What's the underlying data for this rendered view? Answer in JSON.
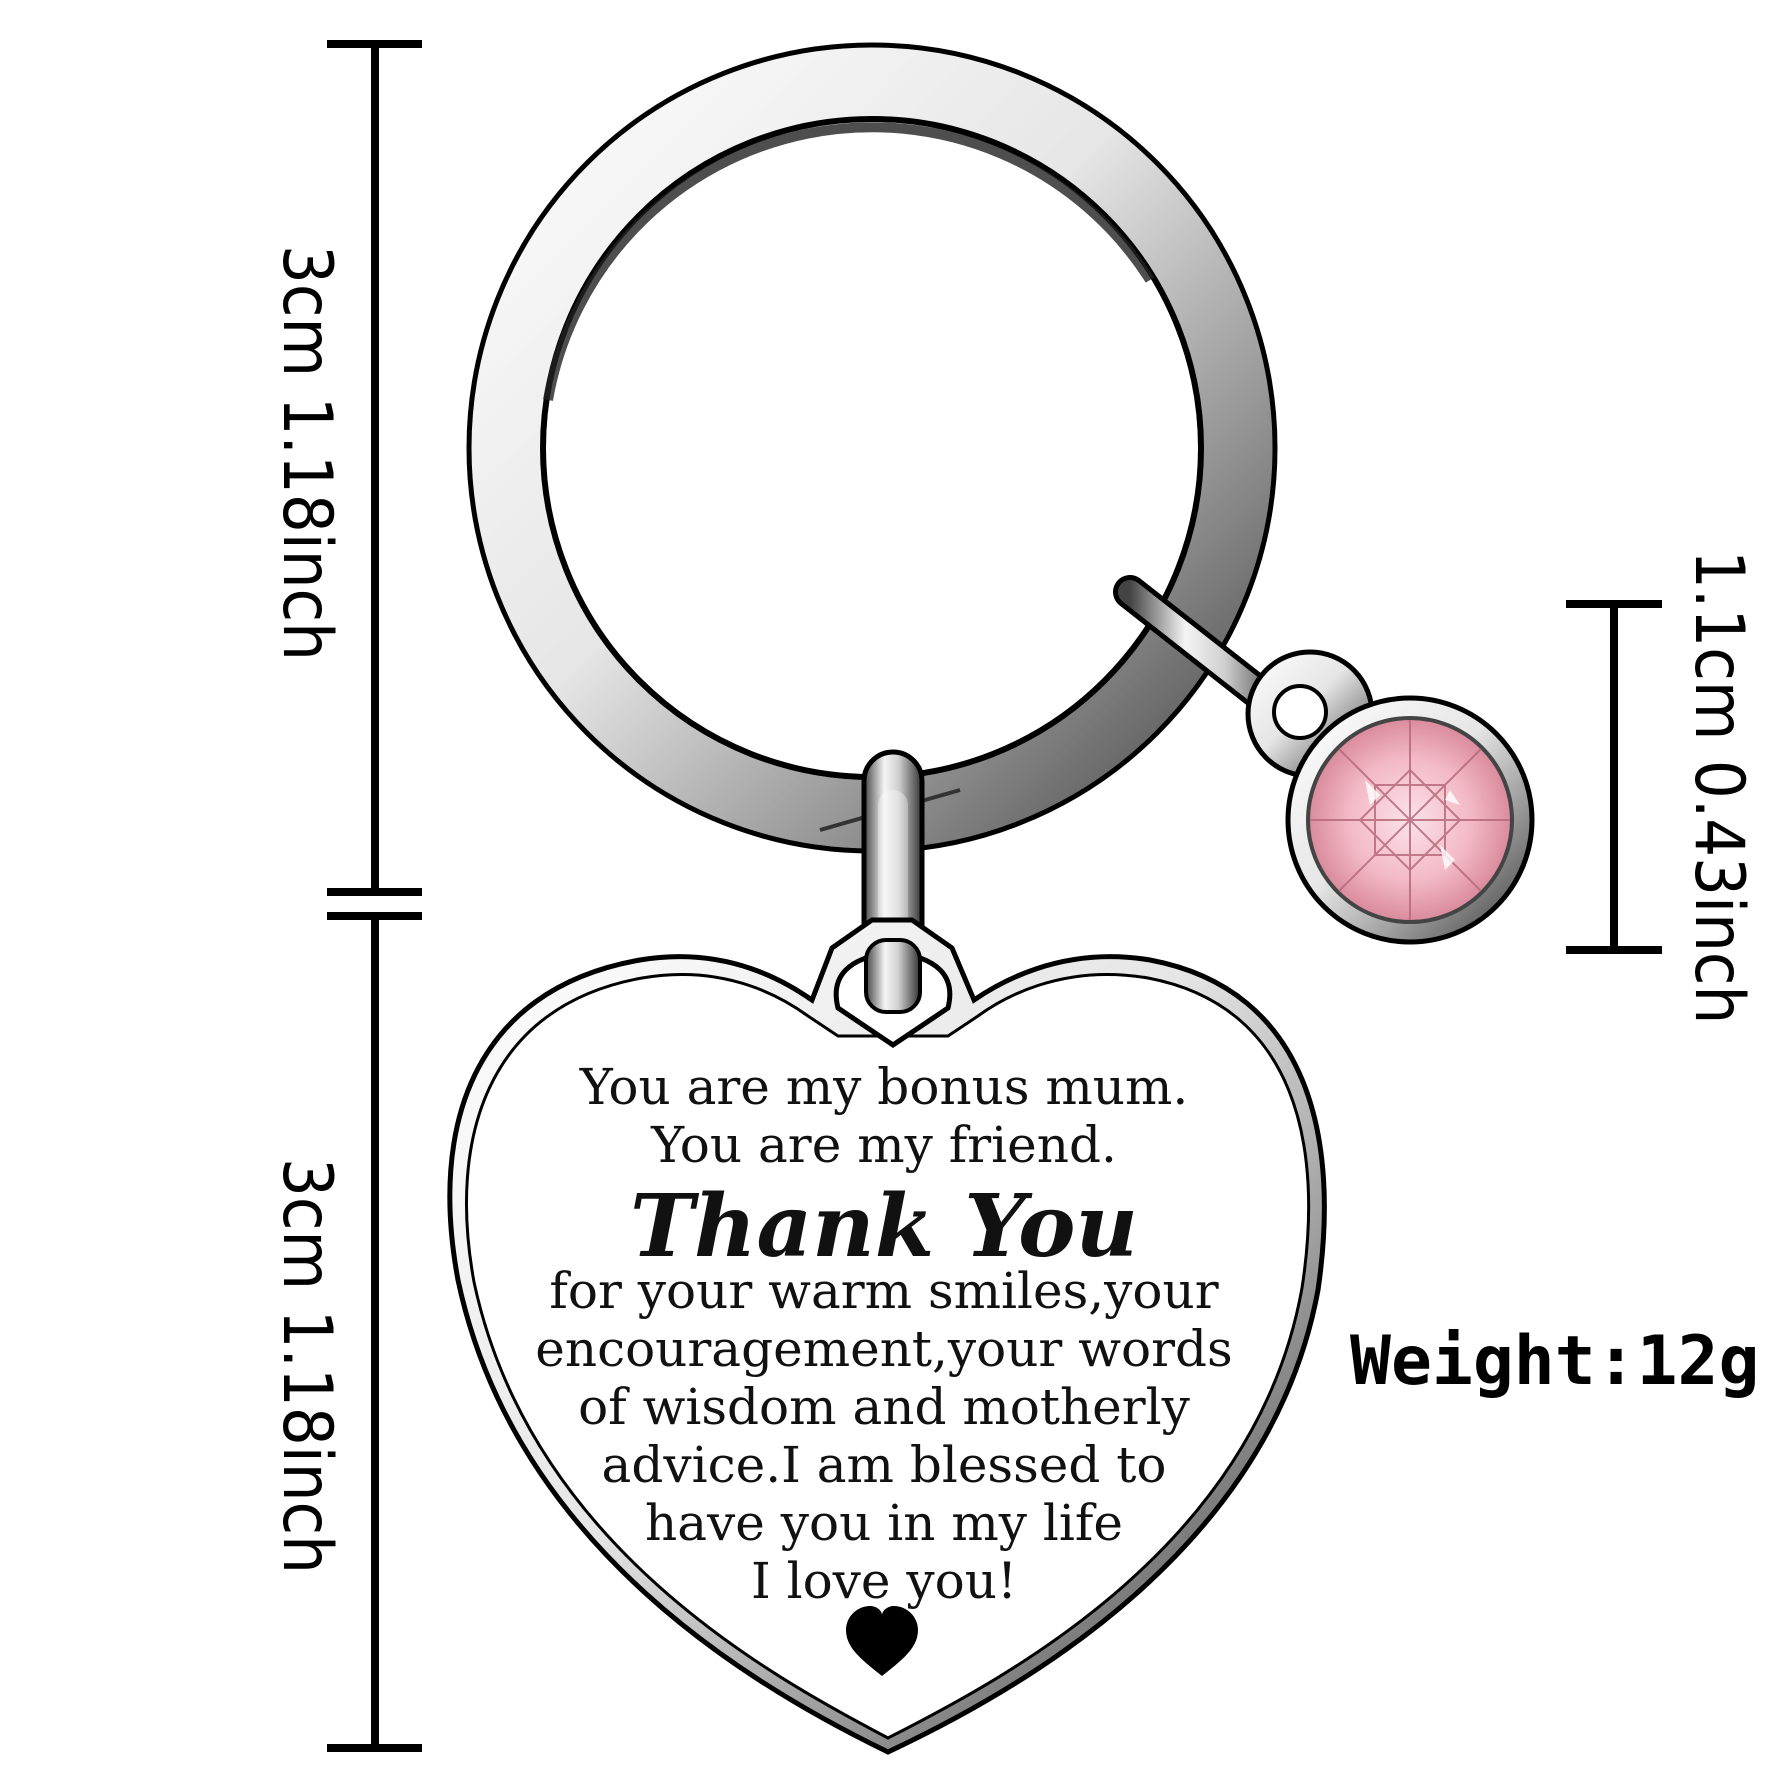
{
  "dimensions": {
    "ring_height": "3cm 1.18inch",
    "pendant_height": "3cm 1.18inch",
    "charm_diameter": "1.1cm 0.43inch"
  },
  "weight": "Weight:12g",
  "engraving": {
    "line1": "You are my bonus mum.",
    "line2": "You are my friend.",
    "headline": "Thank You",
    "line3": "for your warm smiles,your",
    "line4": "encouragement,your words",
    "line5": "of wisdom and motherly",
    "line6": "advice.I am blessed to",
    "line7": "have you in my life",
    "line8": "I love you!"
  },
  "icons": {
    "engraved_heart": "heart-icon"
  },
  "colors": {
    "gem_pink": "#f3b9c6",
    "steel_light": "#f2f2f2",
    "steel_dark": "#555555",
    "outline": "#000000"
  }
}
